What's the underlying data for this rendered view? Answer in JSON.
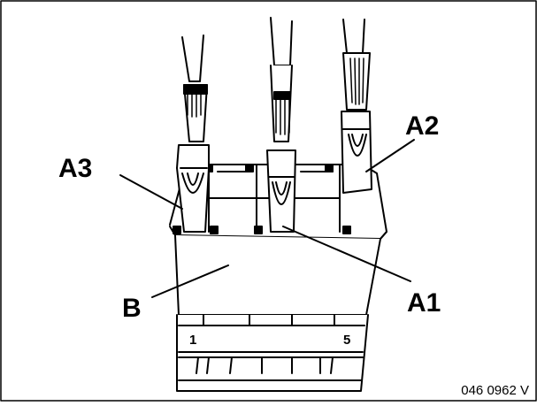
{
  "figure": {
    "labels": {
      "a1": "A1",
      "a2": "A2",
      "a3": "A3",
      "b": "B"
    },
    "terminal_numbers": {
      "left": "1",
      "right": "5"
    },
    "reference_code": "046 0962 V"
  },
  "colors": {
    "ink": "#000000",
    "paper": "#ffffff"
  }
}
